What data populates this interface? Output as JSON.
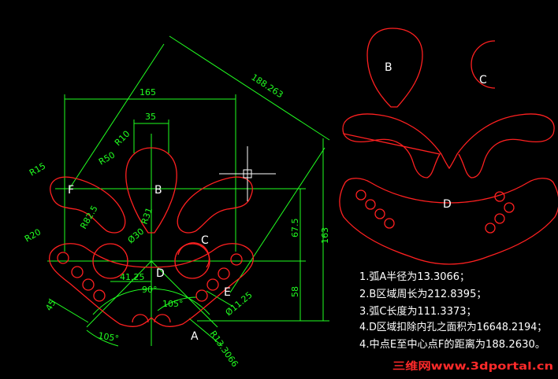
{
  "dimensions": {
    "d188": "188.263",
    "d165": "165",
    "d35": "35",
    "r10": "R10",
    "r50": "R50",
    "r15": "R15",
    "r82": "R82.5",
    "r31": "R31",
    "r20": "R20",
    "phi30": "Ø30",
    "d41": "41.25",
    "d67": "67.5",
    "d58": "58",
    "d163": "163",
    "d45": "45",
    "a90": "90°",
    "a105a": "105°",
    "a105b": "105°",
    "phi11": "Ø11.25",
    "r13": "R13.3066"
  },
  "labels": {
    "A": "A",
    "B": "B",
    "C": "C",
    "D": "D",
    "E": "E",
    "F": "F",
    "pB": "B",
    "pC": "C",
    "pD": "D"
  },
  "answers": [
    "1.弧A半径为13.3066；",
    "2.B区域周长为212.8395；",
    "3.弧C长度为111.3373；",
    "4.D区域扣除内孔之面积为16648.2194；",
    "4.中点E至中心点F的距离为188.2630。"
  ],
  "watermark": "三维网www.3dportal.cn",
  "colors": {
    "background": "#000000",
    "dimension": "#21ff21",
    "geometry": "#ff2020",
    "text": "#ffffff",
    "watermark": "#ff2a2a"
  }
}
